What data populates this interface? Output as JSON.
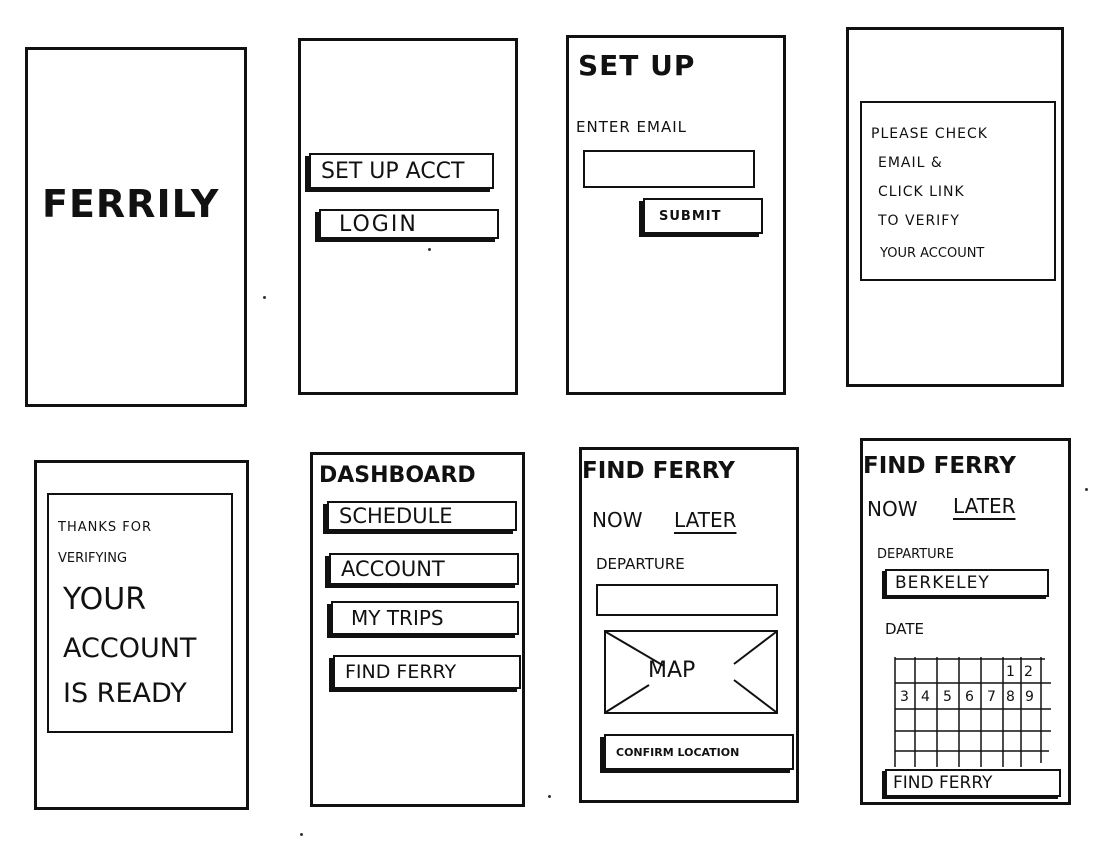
{
  "screen1": {
    "logo": "FERRILY"
  },
  "screen2": {
    "setup_button": "SET UP ACCT",
    "login_button": "LOGIN"
  },
  "screen3": {
    "title": "SET UP",
    "email_label": "ENTER EMAIL",
    "email_value": "",
    "submit_button": "SUBMIT"
  },
  "screen4": {
    "message_lines": [
      "PLEASE CHECK",
      "EMAIL &",
      "CLICK LINK",
      "TO VERIFY",
      "YOUR ACCOUNT"
    ]
  },
  "screen5": {
    "message_lines": [
      "THANKS FOR",
      "VERIFYING",
      "YOUR",
      "ACCOUNT",
      "IS READY"
    ]
  },
  "screen6": {
    "title": "DASHBOARD",
    "buttons": [
      "SCHEDULE",
      "ACCOUNT",
      "MY TRIPS",
      "FIND FERRY"
    ]
  },
  "screen7": {
    "title": "FIND FERRY",
    "tab_now": "NOW",
    "tab_later": "LATER",
    "departure_label": "DEPARTURE",
    "departure_value": "",
    "map_label": "MAP",
    "confirm_button": "CONFIRM LOCATION"
  },
  "screen8": {
    "title": "FIND FERRY",
    "tab_now": "NOW",
    "tab_later": "LATER",
    "departure_label": "DEPARTURE",
    "departure_value": "BERKELEY",
    "date_label": "DATE",
    "calendar_row1": [
      "",
      "",
      "",
      "",
      "1",
      "2"
    ],
    "calendar_row2": [
      "3",
      "4",
      "5",
      "6",
      "7",
      "8",
      "9"
    ],
    "find_button": "FIND FERRY"
  }
}
